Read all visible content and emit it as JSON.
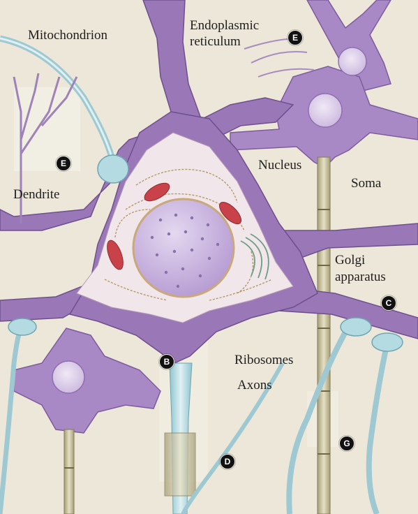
{
  "labels": {
    "mitochondrion": "Mitochondrion",
    "endoplasmic_reticulum": [
      "Endoplasmic",
      "reticulum"
    ],
    "dendrite": "Dendrite",
    "nucleus": "Nucleus",
    "soma": "Soma",
    "golgi_apparatus": [
      "Golgi",
      "apparatus"
    ],
    "ribosomes": "Ribosomes",
    "axons": "Axons"
  },
  "markers": {
    "er": "E",
    "dendrite": "E",
    "golgi": "C",
    "axon_hillock": "B",
    "axon_base": "D",
    "axon_right": "G"
  },
  "colors": {
    "background": "#ece7d8",
    "neuron_purple": "#9a78b8",
    "neuron_light": "#c2a8d8",
    "cell_interior": "#f1e6ea",
    "nucleus": "#c9b5e0",
    "mitochondria": "#c9424a",
    "axon_blue": "#b5dbe2",
    "myelin": "#c8c2a0",
    "marker": "#111111"
  }
}
